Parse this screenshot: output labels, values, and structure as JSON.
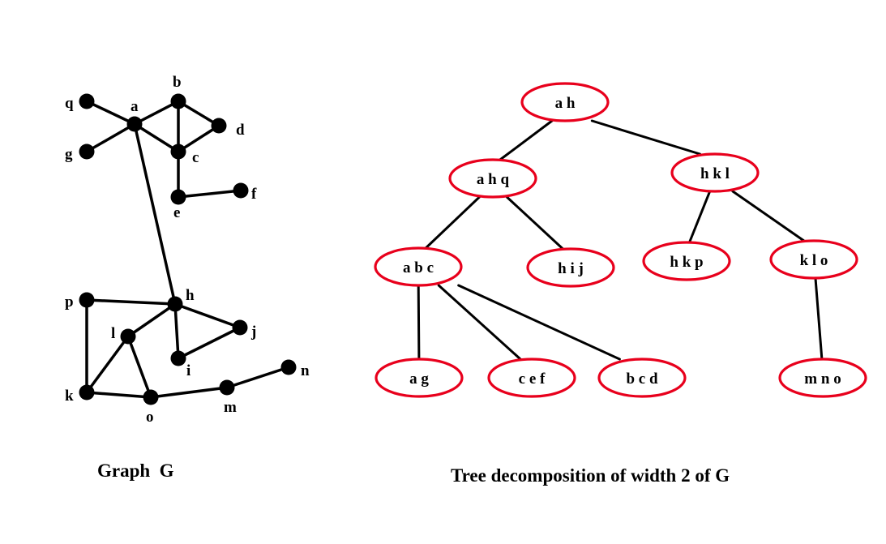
{
  "graph": {
    "caption": "Graph  G",
    "vertices": [
      "q",
      "a",
      "b",
      "g",
      "c",
      "d",
      "e",
      "f",
      "h",
      "p",
      "l",
      "j",
      "i",
      "k",
      "o",
      "m",
      "n"
    ],
    "edges": [
      [
        "q",
        "a"
      ],
      [
        "g",
        "a"
      ],
      [
        "a",
        "b"
      ],
      [
        "a",
        "c"
      ],
      [
        "b",
        "c"
      ],
      [
        "b",
        "d"
      ],
      [
        "c",
        "d"
      ],
      [
        "c",
        "e"
      ],
      [
        "e",
        "f"
      ],
      [
        "a",
        "h"
      ],
      [
        "p",
        "h"
      ],
      [
        "p",
        "k"
      ],
      [
        "k",
        "l"
      ],
      [
        "l",
        "h"
      ],
      [
        "l",
        "o"
      ],
      [
        "k",
        "o"
      ],
      [
        "h",
        "j"
      ],
      [
        "h",
        "i"
      ],
      [
        "i",
        "j"
      ],
      [
        "o",
        "m"
      ],
      [
        "m",
        "n"
      ]
    ]
  },
  "tree": {
    "caption": "Tree decomposition of width 2 of G",
    "bags": [
      {
        "id": "b1",
        "label": "a  h"
      },
      {
        "id": "b2",
        "label": "a h q"
      },
      {
        "id": "b3",
        "label": "h k l"
      },
      {
        "id": "b4",
        "label": "a b c"
      },
      {
        "id": "b5",
        "label": "h i j"
      },
      {
        "id": "b6",
        "label": "h k p"
      },
      {
        "id": "b7",
        "label": "k l o"
      },
      {
        "id": "b8",
        "label": "a  g"
      },
      {
        "id": "b9",
        "label": "c e f"
      },
      {
        "id": "b10",
        "label": "b c d"
      },
      {
        "id": "b11",
        "label": "m n o"
      }
    ],
    "edges": [
      [
        "b1",
        "b2"
      ],
      [
        "b1",
        "b3"
      ],
      [
        "b2",
        "b4"
      ],
      [
        "b2",
        "b5"
      ],
      [
        "b3",
        "b6"
      ],
      [
        "b3",
        "b7"
      ],
      [
        "b4",
        "b8"
      ],
      [
        "b4",
        "b9"
      ],
      [
        "b4",
        "b10"
      ],
      [
        "b7",
        "b11"
      ]
    ]
  },
  "colors": {
    "bag_outline": "#e8001c",
    "vertex": "#000000",
    "edge": "#000000"
  }
}
